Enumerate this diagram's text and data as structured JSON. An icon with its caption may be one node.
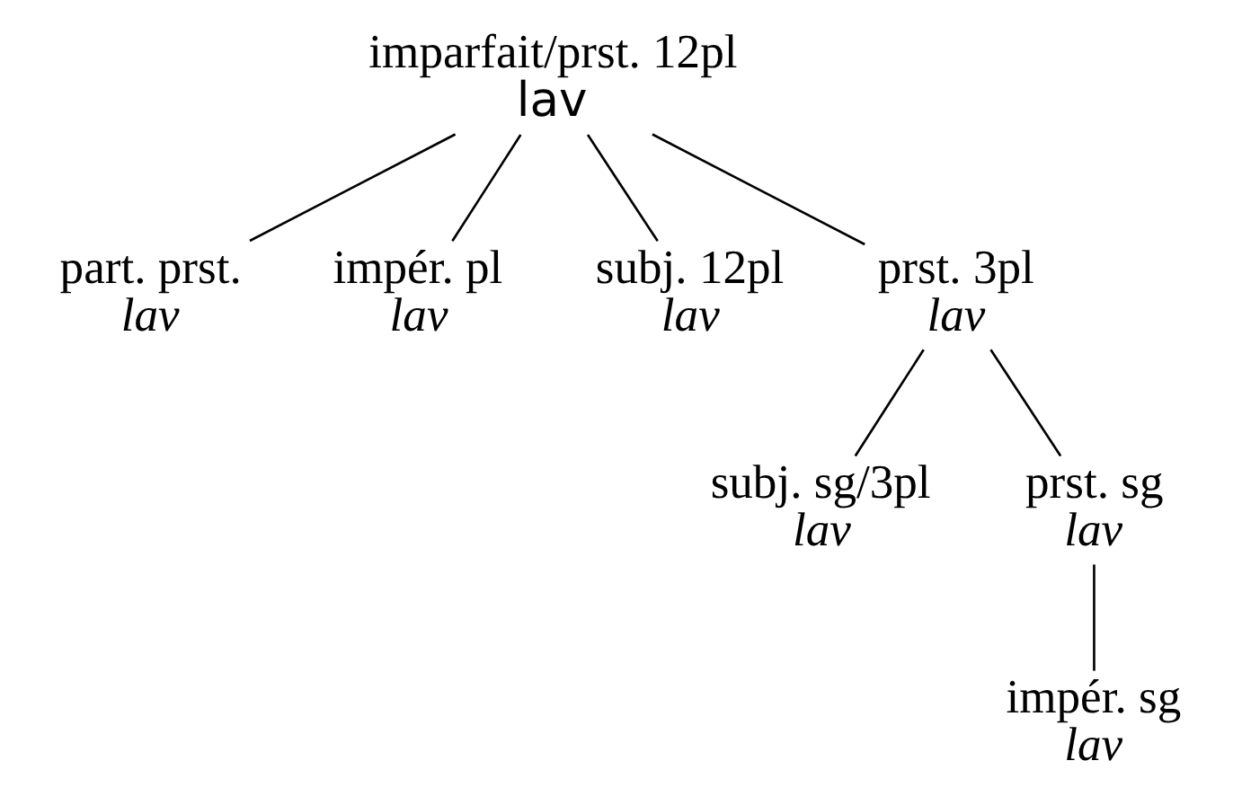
{
  "diagram": {
    "nodes": [
      {
        "text": [
          "imparfait/prst. 12pl",
          "lav"
        ]
      },
      {
        "text": [
          "part. prst.",
          "lav"
        ]
      },
      {
        "text": [
          "impér. pl",
          "lav"
        ]
      },
      {
        "text": [
          "subj. 12pl",
          "lav"
        ]
      },
      {
        "text": [
          "prst. 3pl",
          "lav"
        ]
      },
      {
        "text": [
          "subj. sg/3pl",
          "lav"
        ]
      },
      {
        "text": [
          "prst. sg",
          "lav"
        ]
      },
      {
        "text": [
          "impér. sg",
          "lav"
        ]
      }
    ],
    "edges": [
      {
        "from": 0,
        "to": 1,
        "arrow": "none"
      },
      {
        "from": 0,
        "to": 2,
        "arrow": "none"
      },
      {
        "from": 0,
        "to": 3,
        "arrow": "none"
      },
      {
        "from": 0,
        "to": 4,
        "arrow": "none"
      },
      {
        "from": 4,
        "to": 5,
        "arrow": "none"
      },
      {
        "from": 4,
        "to": 6,
        "arrow": "none"
      },
      {
        "from": 6,
        "to": 7,
        "arrow": "none"
      }
    ]
  }
}
